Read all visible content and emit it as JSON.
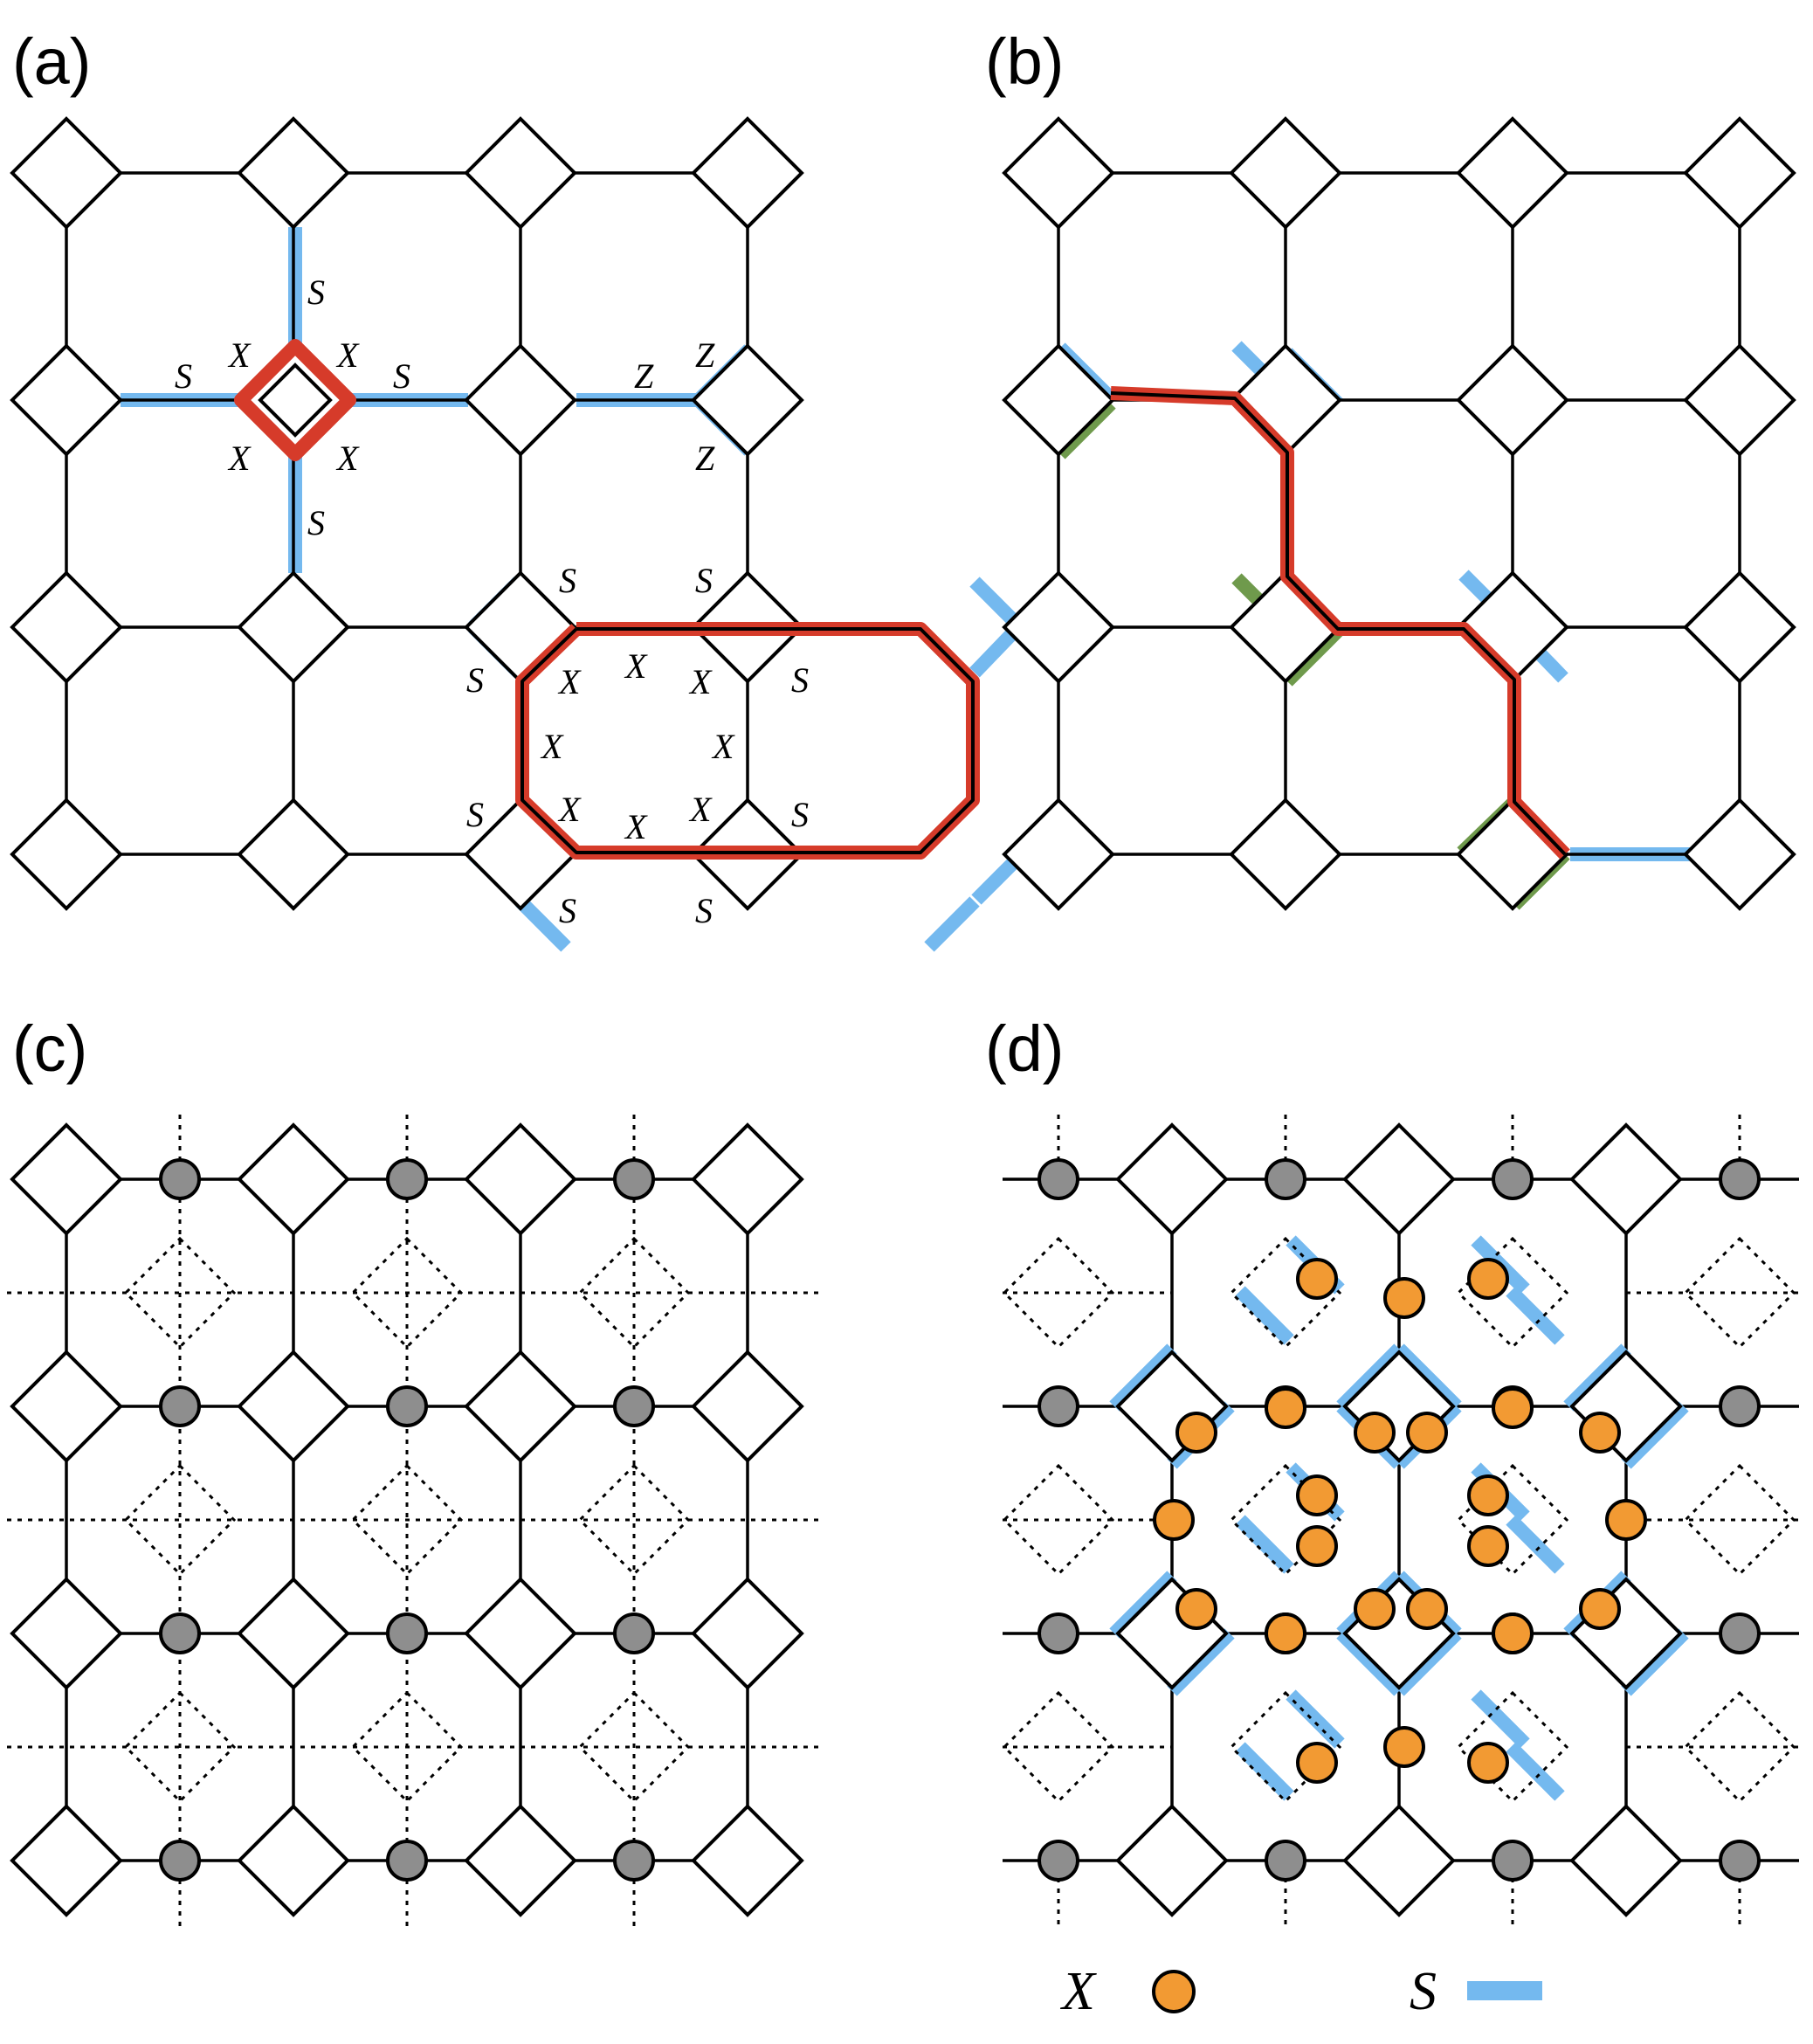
{
  "panels": [
    {
      "id": "a",
      "label": "(a)"
    },
    {
      "id": "b",
      "label": "(b)"
    },
    {
      "id": "c",
      "label": "(c)"
    },
    {
      "id": "d",
      "label": "(d)"
    }
  ],
  "operators": {
    "x": "X",
    "z": "Z",
    "s": "S"
  },
  "legend": {
    "x_label": "X",
    "s_label": "S"
  },
  "colors": {
    "red": "#d63b2a",
    "blue": "#74b9ef",
    "green": "#6f9a4c",
    "orange": "#f29a33",
    "gray": "#8e8e8e",
    "black": "#000000"
  }
}
